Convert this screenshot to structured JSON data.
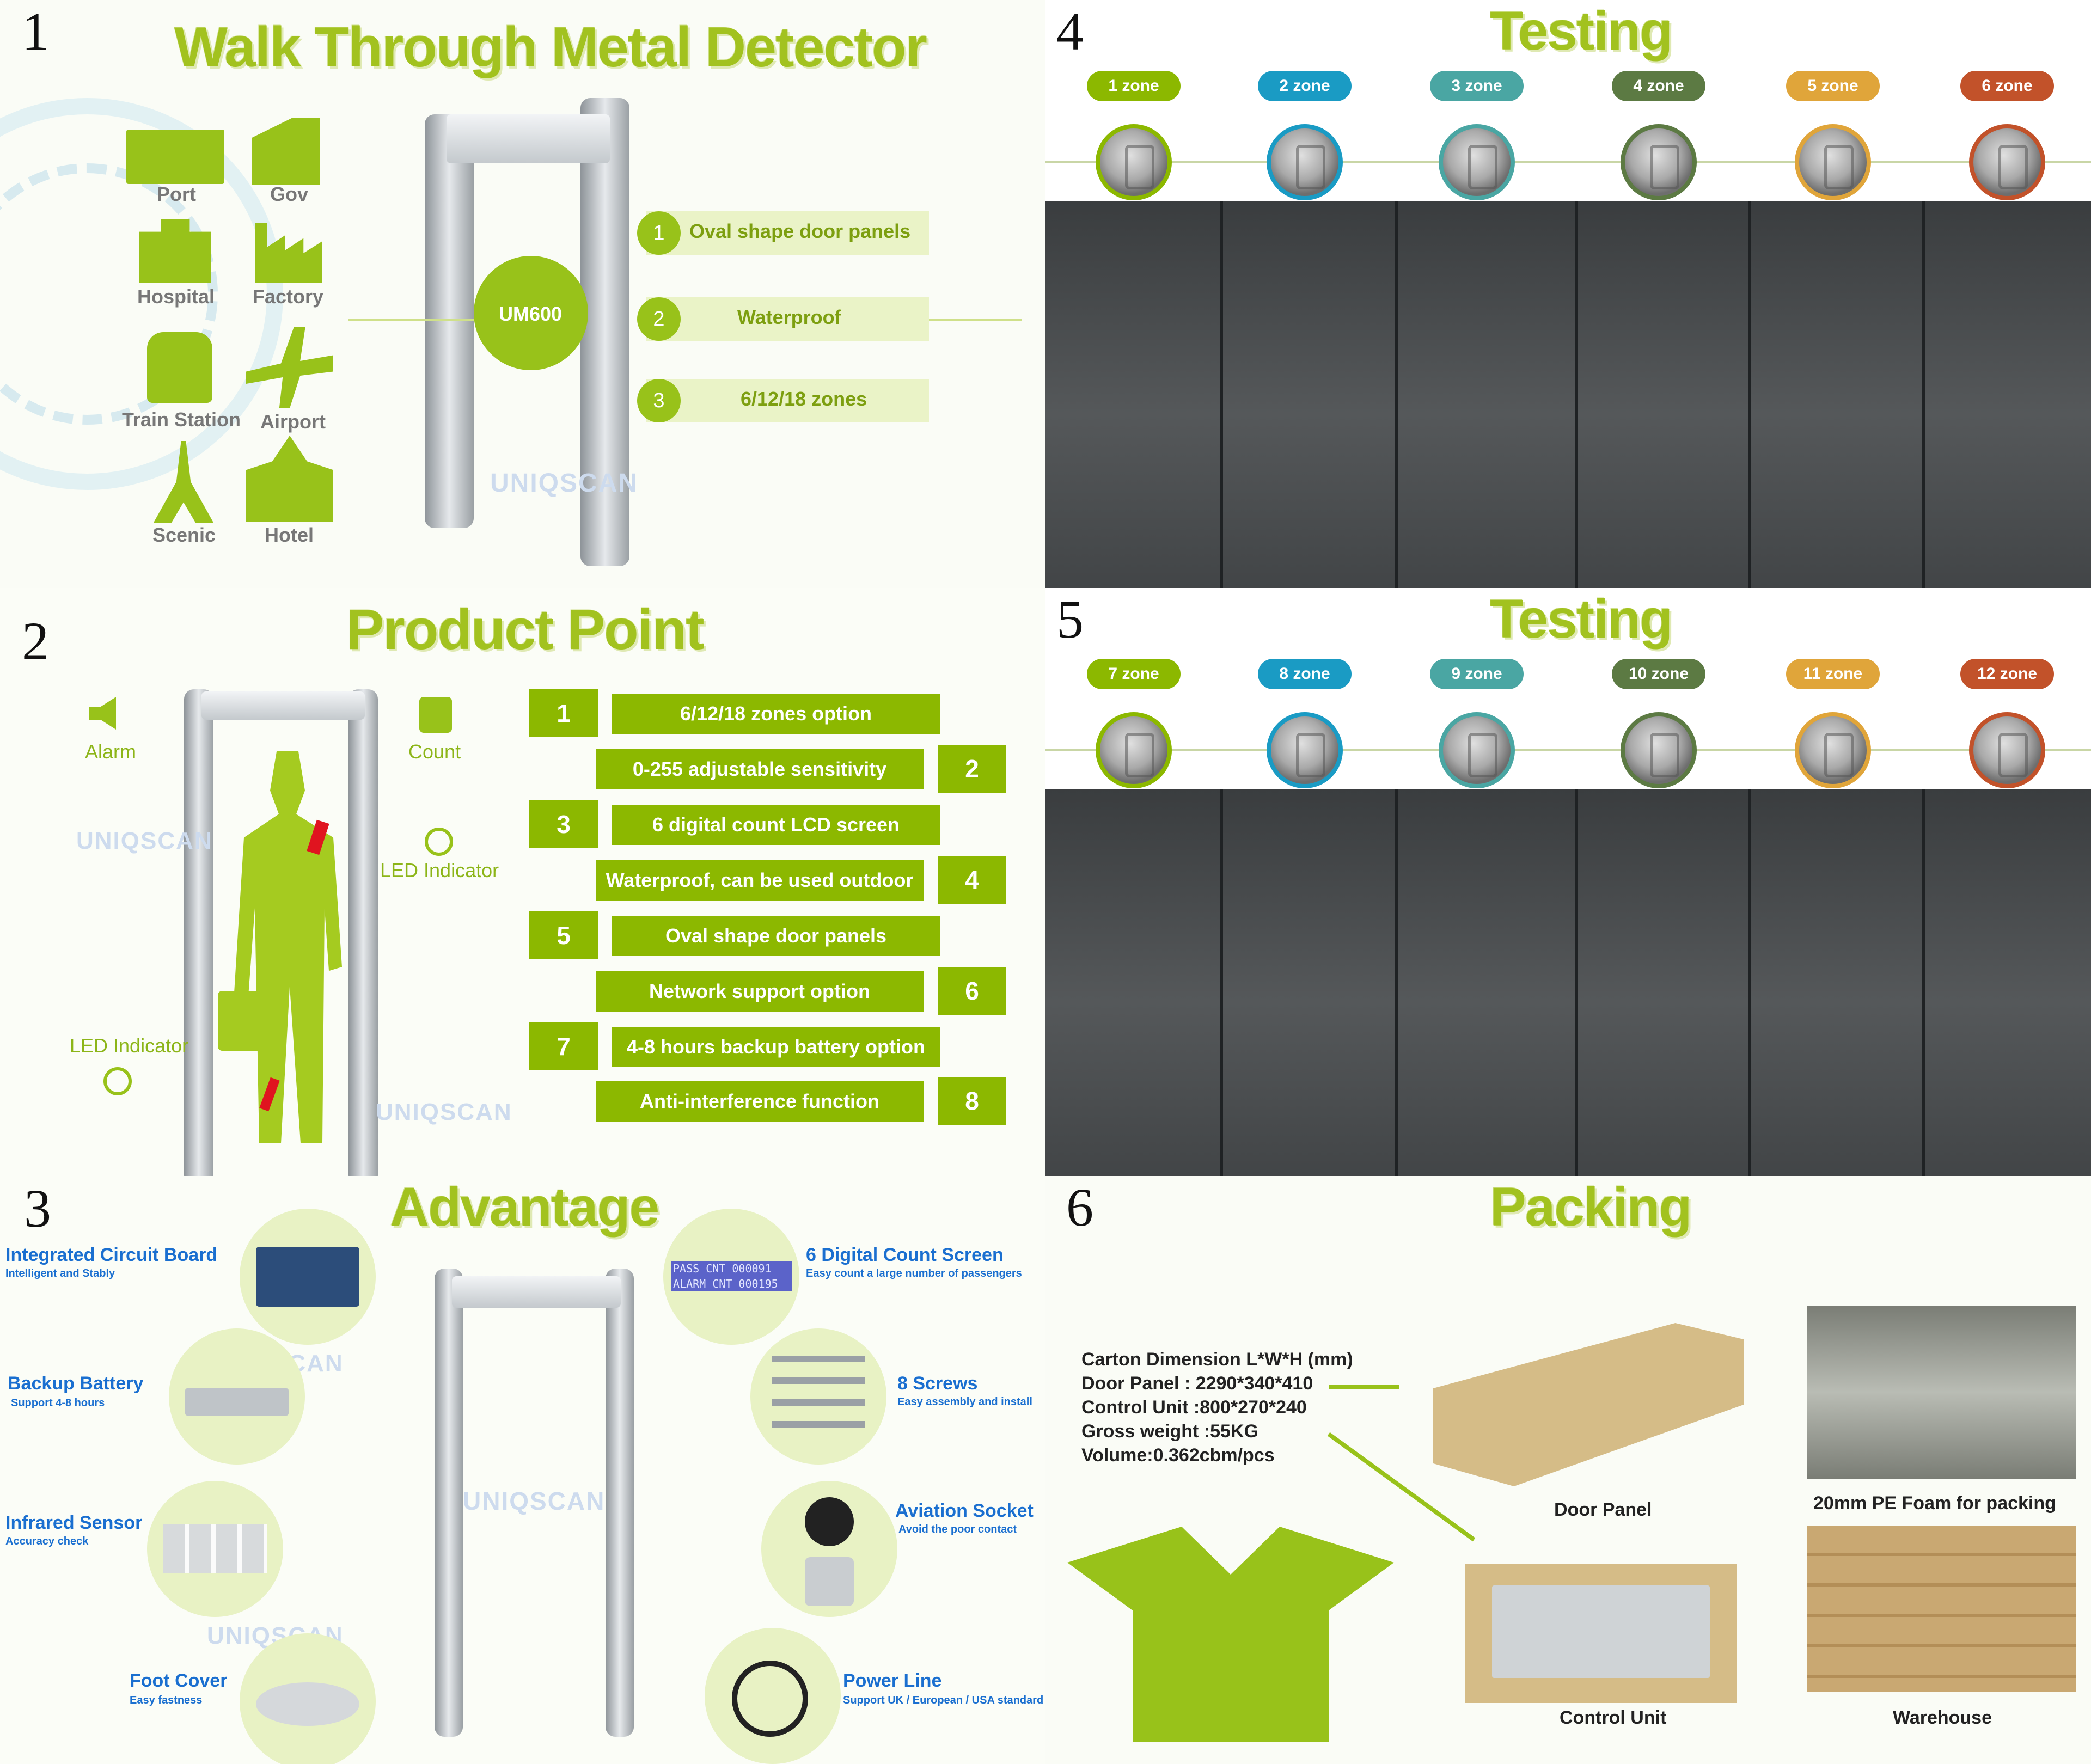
{
  "p1": {
    "num": "1",
    "title": "Walk Through Metal Detector",
    "apps": [
      "Port",
      "Gov",
      "Hospital",
      "Factory",
      "Train Station",
      "Airport",
      "Scenic",
      "Hotel"
    ],
    "model": "UM600",
    "features": [
      {
        "n": "1",
        "t": "Oval shape door panels"
      },
      {
        "n": "2",
        "t": "Waterproof"
      },
      {
        "n": "3",
        "t": "6/12/18 zones"
      }
    ],
    "brand": "UNIQSCAN"
  },
  "p2": {
    "num": "2",
    "title": "Product Point",
    "labels": {
      "alarm": "Alarm",
      "count": "Count",
      "led1": "LED Indicator",
      "led2": "LED Indicator"
    },
    "brand": "UNIQSCAN",
    "options": [
      {
        "n": "1",
        "t": "6/12/18 zones option"
      },
      {
        "n": "2",
        "t": "0-255 adjustable sensitivity"
      },
      {
        "n": "3",
        "t": "6 digital count LCD screen"
      },
      {
        "n": "4",
        "t": "Waterproof, can be used outdoor"
      },
      {
        "n": "5",
        "t": "Oval shape door panels"
      },
      {
        "n": "6",
        "t": "Network support option"
      },
      {
        "n": "7",
        "t": "4-8 hours backup battery option"
      },
      {
        "n": "8",
        "t": "Anti-interference function"
      }
    ]
  },
  "p3": {
    "num": "3",
    "title": "Advantage",
    "brand": "UNIQSCAN",
    "items": [
      {
        "title": "Integrated Circuit Board",
        "sub": "Intelligent and Stably"
      },
      {
        "title": "Backup Battery",
        "sub": "Support 4-8 hours"
      },
      {
        "title": "Infrared Sensor",
        "sub": "Accuracy check"
      },
      {
        "title": "Foot Cover",
        "sub": "Easy fastness"
      },
      {
        "title": "6 Digital Count Screen",
        "sub": "Easy count a large number of passengers"
      },
      {
        "title": "8 Screws",
        "sub": "Easy assembly and install"
      },
      {
        "title": "Aviation Socket",
        "sub": "Avoid the poor contact"
      },
      {
        "title": "Power Line",
        "sub": "Support UK / European / USA standard"
      }
    ],
    "lcd": [
      "PASS CNT 000091",
      "ALARM CNT 000195"
    ]
  },
  "p4": {
    "num": "4",
    "title": "Testing",
    "zones": [
      "1 zone",
      "2 zone",
      "3 zone",
      "4 zone",
      "5 zone",
      "6 zone"
    ]
  },
  "p5": {
    "num": "5",
    "title": "Testing",
    "zones": [
      "7 zone",
      "8 zone",
      "9 zone",
      "10 zone",
      "11 zone",
      "12 zone"
    ]
  },
  "p6": {
    "num": "6",
    "title": "Packing",
    "specs": [
      "Carton Dimension L*W*H (mm)",
      "Door Panel : 2290*340*410",
      "Control Unit :800*270*240",
      "Gross weight :55KG",
      "Volume:0.362cbm/pcs"
    ],
    "captions": {
      "door": "Door Panel",
      "control": "Control Unit",
      "foam": "20mm PE Foam for packing",
      "warehouse": "Warehouse"
    }
  },
  "colors": {
    "brand_green": "#98c21a",
    "bar_green": "#8cb800",
    "advantage_blue": "#1a6fd0",
    "zone_colors": [
      "#8cb800",
      "#1a9bc4",
      "#4aa6a3",
      "#5c7a43",
      "#e0a53a",
      "#c2522a"
    ]
  }
}
